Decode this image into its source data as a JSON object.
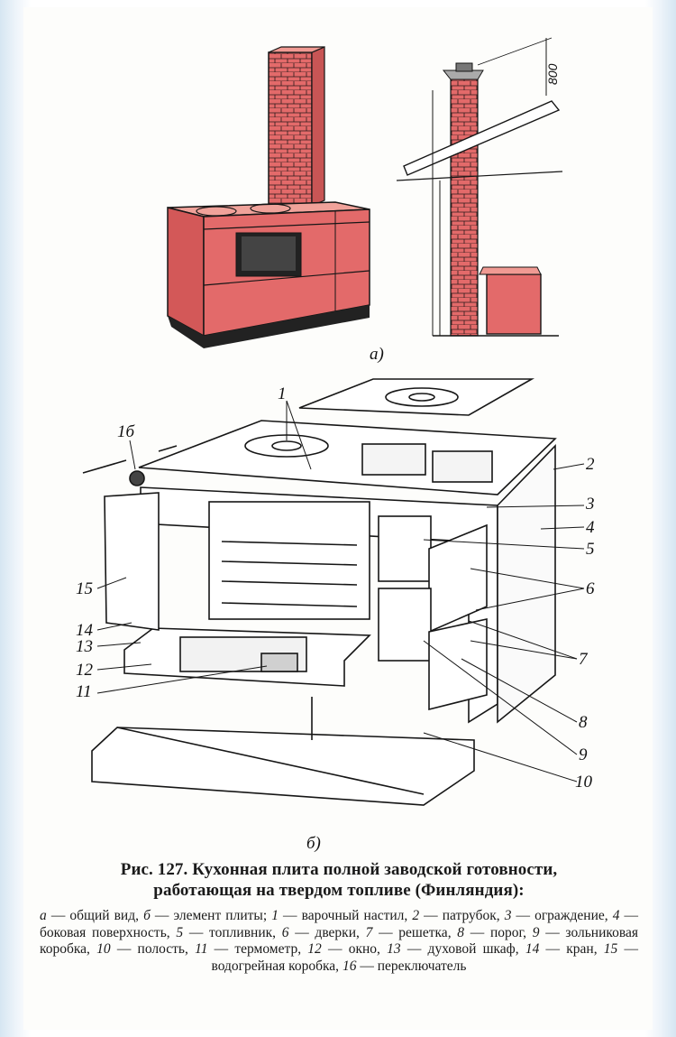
{
  "figure": {
    "part_a_label": "а)",
    "part_b_label": "б)",
    "dimension_label": "800",
    "callouts": [
      "1",
      "1б",
      "2",
      "3",
      "4",
      "5",
      "6",
      "7",
      "8",
      "9",
      "10",
      "11",
      "12",
      "13",
      "14",
      "15"
    ],
    "colors": {
      "stove_body": "#e36a6a",
      "stove_light": "#f09a93",
      "line": "#161616",
      "outline": "#161616"
    }
  },
  "caption": {
    "title_line1": "Рис. 127. Кухонная плита полной заводской готовности,",
    "title_line2": "работающая на твердом топливе (Финляндия):",
    "legend": [
      {
        "key": "а",
        "text": " — общий вид, "
      },
      {
        "key": "б",
        "text": " — элемент плиты; "
      },
      {
        "key": "1",
        "text": " — варочный настил, "
      },
      {
        "key": "2",
        "text": " — патрубок, "
      },
      {
        "key": "3",
        "text": " — ограждение, "
      },
      {
        "key": "4",
        "text": " — боковая поверхность, "
      },
      {
        "key": "5",
        "text": " — топливник, "
      },
      {
        "key": "6",
        "text": " — дверки, "
      },
      {
        "key": "7",
        "text": " — решетка, "
      },
      {
        "key": "8",
        "text": " — порог, "
      },
      {
        "key": "9",
        "text": " — зольниковая коробка, "
      },
      {
        "key": "10",
        "text": " — полость, "
      },
      {
        "key": "11",
        "text": " — термометр, "
      },
      {
        "key": "12",
        "text": " — окно, "
      },
      {
        "key": "13",
        "text": " — духовой шкаф, "
      },
      {
        "key": "14",
        "text": " — кран, "
      },
      {
        "key": "15",
        "text": " — водогрейная коробка, "
      },
      {
        "key": "16",
        "text": " — переключатель"
      }
    ]
  }
}
